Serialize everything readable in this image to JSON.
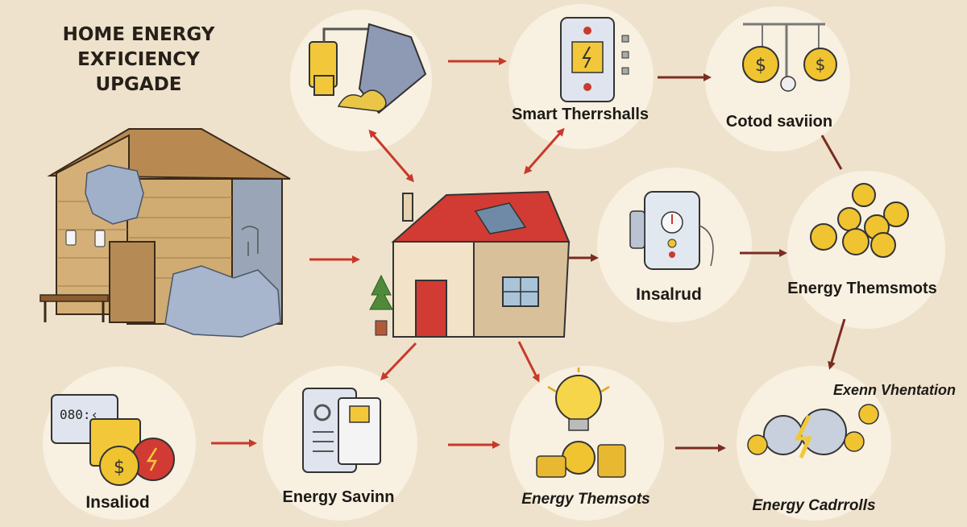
{
  "title": {
    "line1": "HOME ENERGY",
    "line2": "EXFICIENCY",
    "line3": "UPGADE"
  },
  "labels": {
    "smart_thermostats": "Smart Therrshalls",
    "cost_savings": "Cotod saviion",
    "insulated_top": "Insalrud",
    "energy_thermostats_top": "Energy Themsmots",
    "insulated_bottom": "Insaliod",
    "energy_savings": "Energy Savinn",
    "energy_thermostats_bottom": "Energy Themsots",
    "energy_controls": "Energy Cadrrolls",
    "extra_ventilation": "Exenn Vhentation",
    "meter_display": "080:‹"
  },
  "colors": {
    "background": "#efe2cc",
    "circle": "#f8f0e0",
    "arrow": "#7b2c22",
    "arrow_bright": "#c8392b",
    "roof": "#d13b33",
    "coin": "#f0c430",
    "wood": "#c99e62"
  },
  "icons": [
    "insulation-hopper-icon",
    "thermostat-icon",
    "coin-scale-icon",
    "old-house-icon",
    "house-icon",
    "sensor-device-icon",
    "coin-pile-icon",
    "meter-icon",
    "document-icon",
    "lightbulb-icon",
    "bulb-pair-icon"
  ]
}
